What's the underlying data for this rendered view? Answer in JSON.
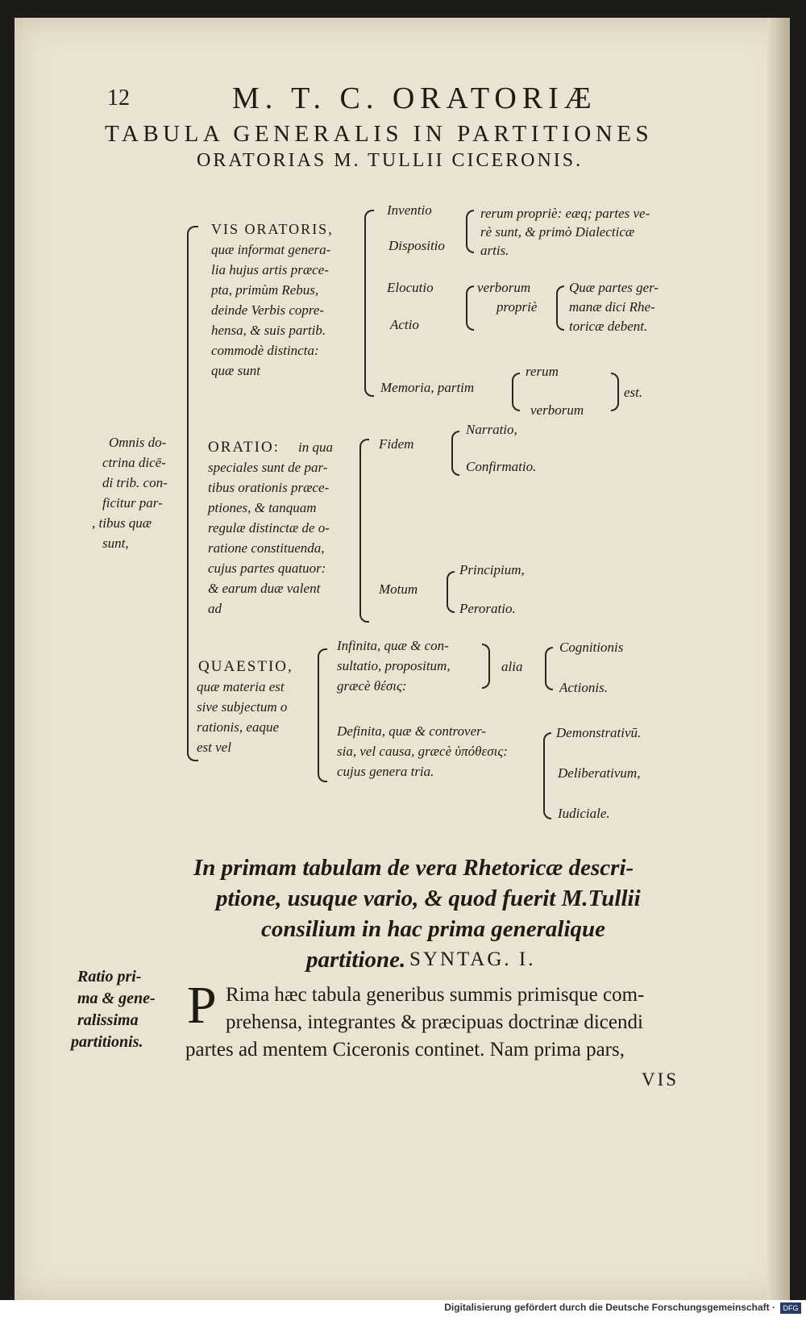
{
  "page": {
    "number": "12",
    "running_head": "M. T. C. ORATORIÆ",
    "title_line1": "TABULA GENERALIS IN PARTITIONES",
    "title_line2": "ORATORIAS M. TULLII CICERONIS."
  },
  "table": {
    "root": [
      "Omnis do-",
      "ctrina dicē-",
      "di trib. con-",
      "ficitur par-",
      ", tibus quæ",
      "sunt,"
    ],
    "vis": {
      "head": "VIS ORATORIS,",
      "lines": [
        "quæ informat genera-",
        "lia hujus artis præce-",
        "pta, primùm Rebus,",
        "deinde Verbis copre-",
        "hensa, & suis partib.",
        "commodè distincta:",
        "quæ sunt"
      ],
      "parts": [
        "Inventio",
        "Dispositio",
        "Elocutio",
        "Actio",
        "Memoria, partim"
      ],
      "rerum_proprie": [
        "rerum propriè: eæq; partes ve-",
        "rè sunt, & primò Dialecticæ",
        "artis."
      ],
      "verborum_proprie": [
        "verborum",
        "propriè"
      ],
      "rhetoricae": [
        "Quæ partes ger-",
        "manæ dici Rhe-",
        "toricæ debent."
      ],
      "memoria": [
        "rerum",
        "verborum"
      ],
      "est": "est."
    },
    "oratio": {
      "head": "ORATIO:",
      "head_rest": "in qua",
      "lines": [
        "speciales sunt de par-",
        "tibus orationis præce-",
        "ptiones, & tanquam",
        "regulæ distinctæ de o-",
        "ratione constituenda,",
        "cujus partes quatuor:",
        "& earum duæ valent",
        "ad"
      ],
      "fidem": "Fidem",
      "fidem_parts": [
        "Narratio,",
        "Confirmatio."
      ],
      "motum": "Motum",
      "motum_parts": [
        "Principium,",
        "Peroratio."
      ]
    },
    "quaestio": {
      "head": "QUAESTIO,",
      "lines": [
        "quæ materia est",
        "sive subjectum o",
        "rationis, eaque",
        "est vel"
      ],
      "infinita": [
        "Infinita, quæ & con-",
        "sultatio, propositum,",
        "græcè θέσις:"
      ],
      "alia": "alia",
      "alia_parts": [
        "Cognitionis",
        "Actionis."
      ],
      "definita": [
        "Definita, quæ & controver-",
        "sia, vel causa, græcè ὑπόθεσις:",
        "cujus genera tria."
      ],
      "genera": [
        "Demonstrativū.",
        "Deliberativum,",
        "Iudiciale."
      ]
    }
  },
  "syntagma": {
    "heading": [
      "In primam tabulam de vera Rhetoricæ descri-",
      "ptione, usuque vario, & quod fuerit M.Tullii",
      "consilium in hac prima generalique",
      "partitione."
    ],
    "label": "SYNTAG. I.",
    "margin": [
      "Ratio pri-",
      "ma & gene-",
      "ralissima",
      "partitionis."
    ],
    "initial": "P",
    "body": [
      "Rima hæc tabula generibus summis primisque com-",
      "prehensa, integrantes & præcipuas doctrinæ dicendi",
      "partes ad mentem Ciceronis continet. Nam prima pars,"
    ],
    "catchword": "VIS"
  },
  "footer": {
    "text": "Digitalisierung gefördert durch die Deutsche Forschungsgemeinschaft ·",
    "logo": "DFG"
  }
}
